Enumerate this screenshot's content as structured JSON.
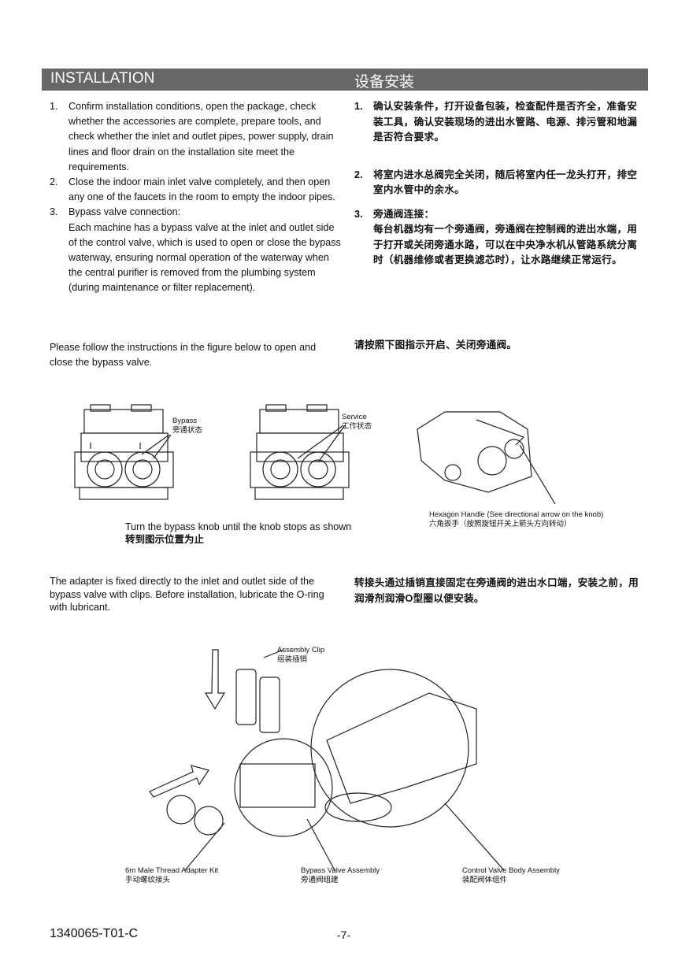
{
  "header": {
    "title_en": "INSTALLATION",
    "title_cn": "设备安装"
  },
  "steps_en": [
    {
      "num": "1.",
      "text": "Confirm installation conditions, open the package, check whether the accessories are complete, prepare tools, and check whether the inlet and outlet pipes, power supply, drain lines and floor drain on the installation site meet the requirements."
    },
    {
      "num": "2.",
      "text": "Close the indoor main inlet valve completely, and then open any one of the faucets in the room to empty the indoor pipes."
    },
    {
      "num": "3.",
      "title": "Bypass valve connection:",
      "text": "Each machine has a bypass valve at the inlet and outlet side of the control valve, which is used to open or close the bypass waterway, ensuring normal operation of the waterway when the central purifier is removed from the plumbing system (during maintenance or filter replacement)."
    }
  ],
  "steps_cn": [
    {
      "num": "1.",
      "text": "确认安装条件，打开设备包装，检查配件是否齐全，准备安装工具，确认安装现场的进出水管路、电源、排污管和地漏是否符合要求。"
    },
    {
      "num": "2.",
      "text": "将室内进水总阀完全关闭，随后将室内任一龙头打开，排空室内水管中的余水。"
    },
    {
      "num": "3.",
      "title": "旁通阀连接：",
      "text": "每台机器均有一个旁通阀，旁通阀在控制阀的进出水端，用于打开或关闭旁通水路，可以在中央净水机从管路系统分离时（机器维修或者更换滤芯时），让水路继续正常运行。"
    }
  ],
  "follow_en": "Please follow the instructions in the figure below to open and close the bypass valve.",
  "follow_cn": "请按照下图指示开启、关闭旁通阀。",
  "figure1": {
    "bypass_en": "Bypass",
    "bypass_cn": "旁通状态",
    "service_en": "Service",
    "service_cn": "工作状态",
    "turn_en": "Turn the bypass knob until the knob stops as shown",
    "turn_cn": "转到图示位置为止",
    "hex_en": "Hexagon Handle (See directional arrow on the knob)",
    "hex_cn": "六角扳手（按照旋钮开关上箭头方向转动）"
  },
  "adapter_en": "The adapter is fixed directly to the inlet and outlet side of the bypass valve with clips. Before installation, lubricate the O-ring with lubricant.",
  "adapter_cn": "转接头通过插销直接固定在旁通阀的进出水口端，安装之前，用润滑剂润滑O型圈以便安装。",
  "figure2": {
    "clip_en": "Assembly Clip",
    "clip_cn": "组装插销",
    "adapter_en": "6m Male Thread Adapter Kit",
    "adapter_cn": "手动螺纹接头",
    "bypass_en": "Bypass Valve Assembly",
    "bypass_cn": "旁通阀组建",
    "control_en": "Control Valve Body Assembly",
    "control_cn": "装配阀体组件"
  },
  "footer": {
    "doc_id": "1340065-T01-C",
    "page": "-7-"
  }
}
